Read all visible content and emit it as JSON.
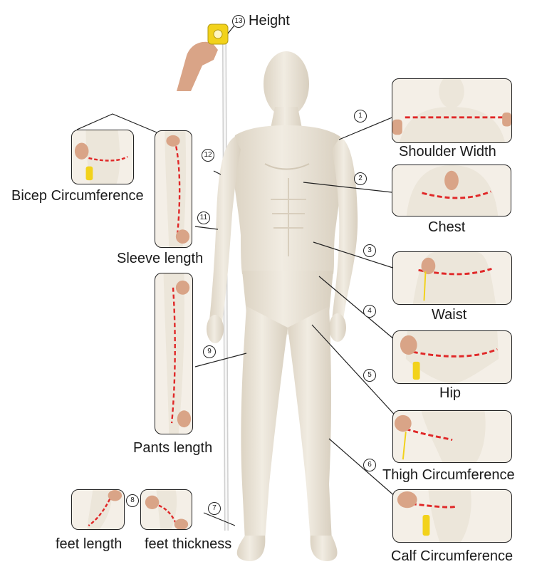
{
  "labels": {
    "height": "Height",
    "shoulder_width": "Shoulder Width",
    "chest": "Chest",
    "waist": "Waist",
    "hip": "Hip",
    "thigh": "Thigh Circumference",
    "calf": "Calf Circumference",
    "bicep": "Bicep Circumference",
    "sleeve": "Sleeve length",
    "pants": "Pants length",
    "feet_length": "feet length",
    "feet_thickness": "feet thickness"
  },
  "numbers": {
    "n1": "1",
    "n2": "2",
    "n3": "3",
    "n4": "4",
    "n5": "5",
    "n6": "6",
    "n7": "7",
    "n8": "8",
    "n9": "9",
    "n11": "11",
    "n12": "12",
    "n13": "13"
  },
  "colors": {
    "mannequin": "#ece6da",
    "mannequin_shadow": "#d8cfbf",
    "tape_dash": "#e02828",
    "tape_yellow": "#f2d21b",
    "skin": "#d9a487",
    "line": "#222222"
  }
}
